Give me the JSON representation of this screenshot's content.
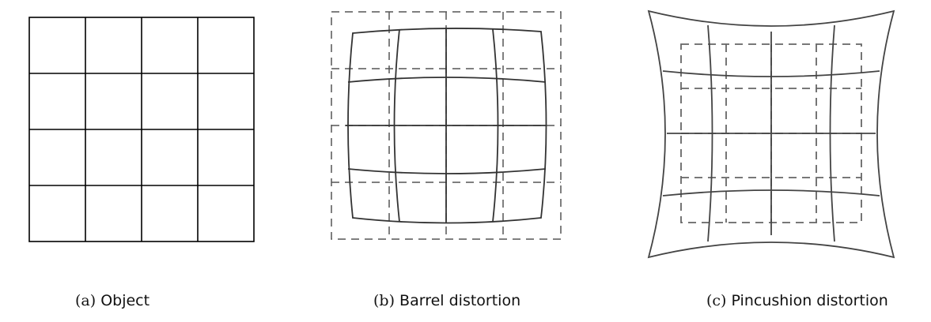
{
  "panels": [
    {
      "index": "(a)",
      "caption": "Object"
    },
    {
      "index": "(b)",
      "caption": "Barrel distortion"
    },
    {
      "index": "(c)",
      "caption": "Pincushion distortion"
    }
  ],
  "colors": {
    "object_line": "#000000",
    "reference_grid": "#555555",
    "distorted_grid": "#333333"
  },
  "grid_cells": 4
}
